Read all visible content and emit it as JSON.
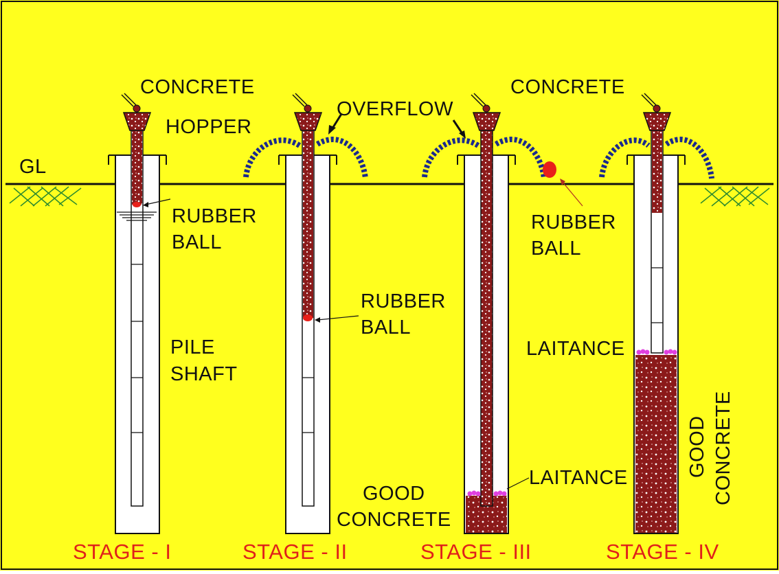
{
  "labels": {
    "gl": "GL",
    "concrete_1": "CONCRETE",
    "hopper": "HOPPER",
    "rubber_1": "RUBBER",
    "ball_1": "BALL",
    "pile": "PILE",
    "shaft": "SHAFT",
    "overflow": "OVERFLOW",
    "rubber_2": "RUBBER",
    "ball_2": "BALL",
    "concrete_2": "CONCRETE",
    "rubber_3": "RUBBER",
    "ball_3": "BALL",
    "good_1": "GOOD",
    "good_concrete_1": "CONCRETE",
    "laitance_1": "LAITANCE",
    "laitance_2": "LAITANCE",
    "good_2": "GOOD",
    "good_concrete_2": "CONCRETE"
  },
  "stages": [
    "STAGE - I",
    "STAGE - II",
    "STAGE - III",
    "STAGE - IV"
  ],
  "colors": {
    "background": "#ffff1e",
    "concrete": "#8b1a1a",
    "rubber_ball": "#e8201a",
    "overflow": "#1a2a8c",
    "laitance": "#e040e0",
    "grass": "#2e8b2e",
    "stage_text": "#e0201a"
  }
}
